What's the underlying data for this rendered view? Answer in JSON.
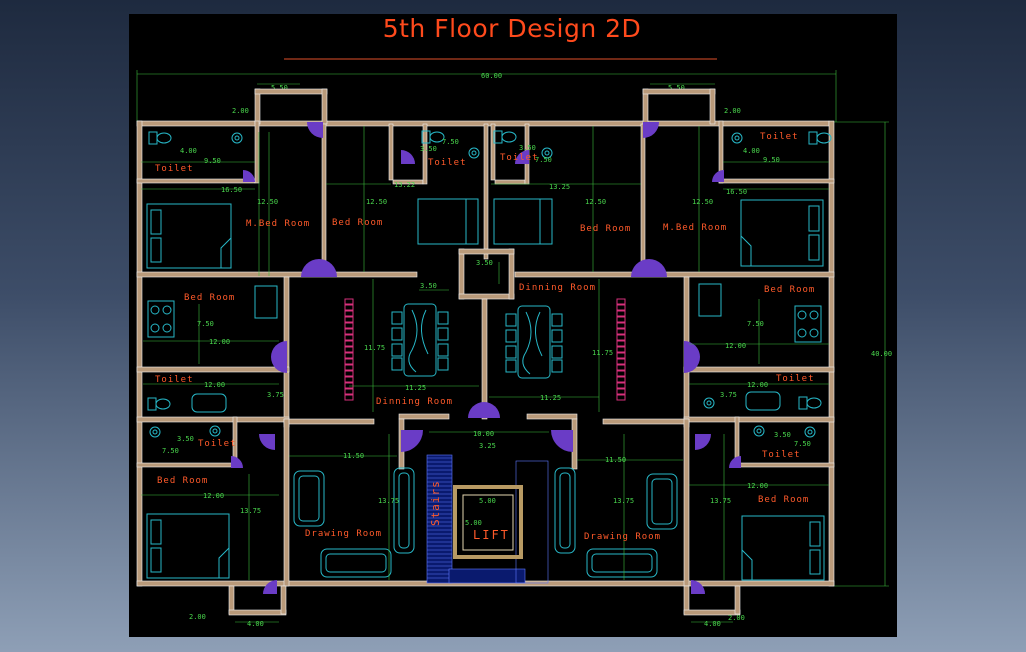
{
  "drawing": {
    "title": "5th Floor Design 2D",
    "overall_width": "60.00",
    "overall_height": "40.00"
  },
  "rooms": {
    "toilet": "Toilet",
    "master_bed": "M.Bed Room",
    "bed": "Bed Room",
    "dining": "Dinning Room",
    "drawing": "Drawing Room",
    "stairs": "Stairs",
    "lift": "LIFT"
  },
  "dimensions": {
    "d550": "5.50",
    "d200": "2.00",
    "d400": "4.00",
    "d950": "9.50",
    "d1650": "16.50",
    "d1250": "12.50",
    "d1322": "13.22",
    "d1325": "13.25",
    "d750": "7.50",
    "d350": "3.50",
    "d1200": "12.00",
    "d1175": "11.75",
    "d1125": "11.25",
    "d375": "3.75",
    "d1000": "10.00",
    "d325": "3.25",
    "d1150": "11.50",
    "d1375": "13.75",
    "d500": "5.00"
  },
  "colors": {
    "background": "#000000",
    "wall": "#b99a7a",
    "furniture": "#27b8c8",
    "dimension": "#3dbd3d",
    "label": "#ff5a2a",
    "door": "#7a4bd6"
  }
}
